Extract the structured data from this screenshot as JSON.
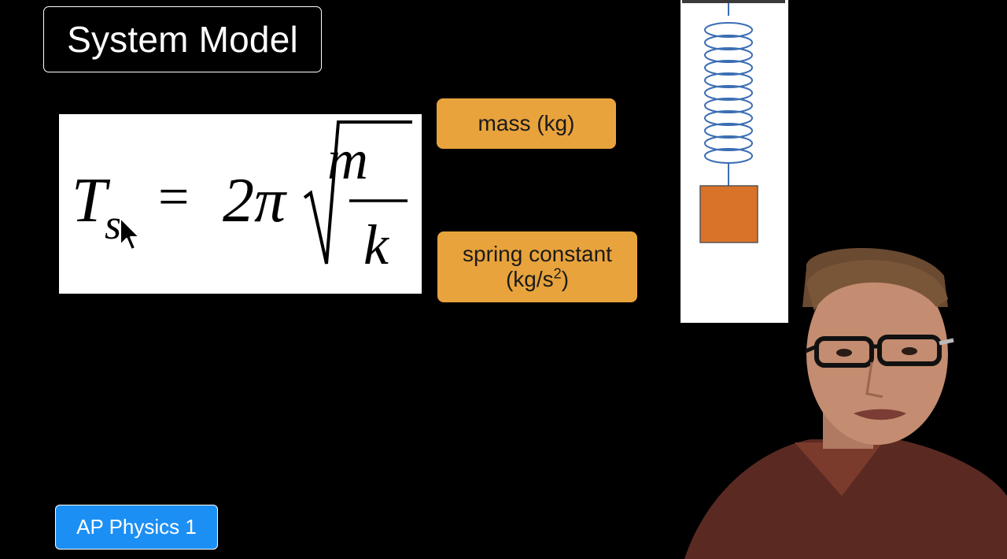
{
  "slide": {
    "title": "System Model",
    "badge": "AP Physics 1"
  },
  "equation": {
    "lhs_symbol": "T",
    "lhs_subscript": "s",
    "equals": "=",
    "coefficient": "2π",
    "numerator": "m",
    "denominator": "k"
  },
  "callouts": {
    "mass": "mass (kg)",
    "spring_line1": "spring constant",
    "spring_line2_prefix": "(kg/s",
    "spring_line2_sup": "2",
    "spring_line2_suffix": ")"
  },
  "colors": {
    "background": "#000000",
    "callout": "#e8a33c",
    "badge": "#1c8ff5",
    "spring": "#3b6db3",
    "mass_block": "#d9732a"
  },
  "icons": {
    "cursor": "mouse-pointer-icon",
    "spring": "spring-icon",
    "mass": "mass-block-icon"
  }
}
